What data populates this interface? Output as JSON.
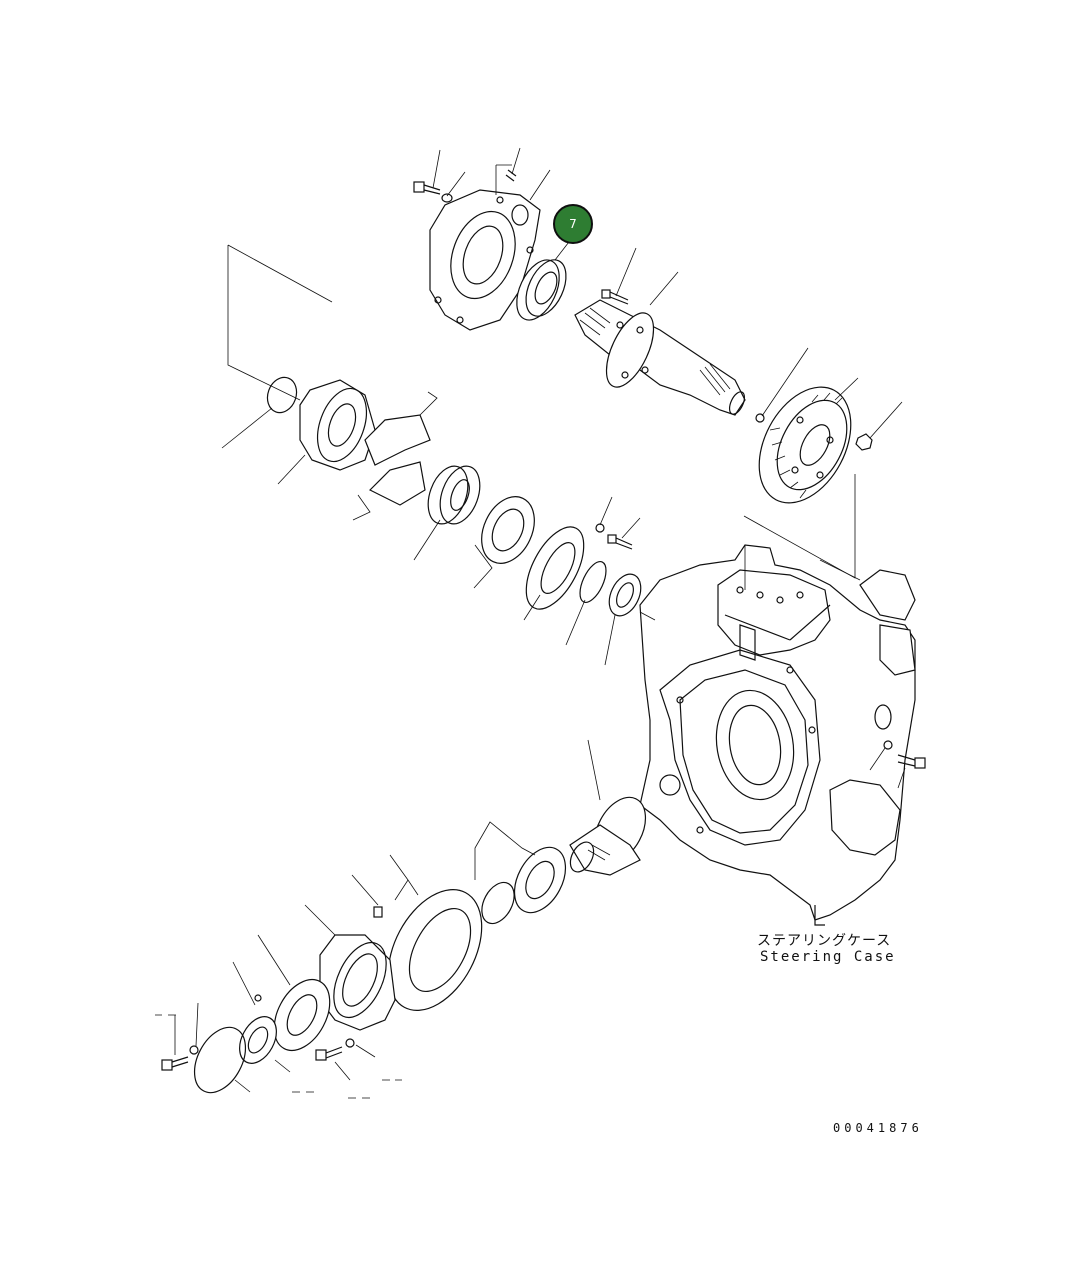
{
  "diagram": {
    "case_label_jp": "ステアリングケース",
    "case_label_en": "Steering Case",
    "drawing_number": "00041876",
    "callouts": [
      {
        "number": "7"
      }
    ]
  },
  "colors": {
    "line": "#111111",
    "background": "#ffffff",
    "callout_fill": "#2e7d32",
    "callout_text": "#ffffff"
  }
}
